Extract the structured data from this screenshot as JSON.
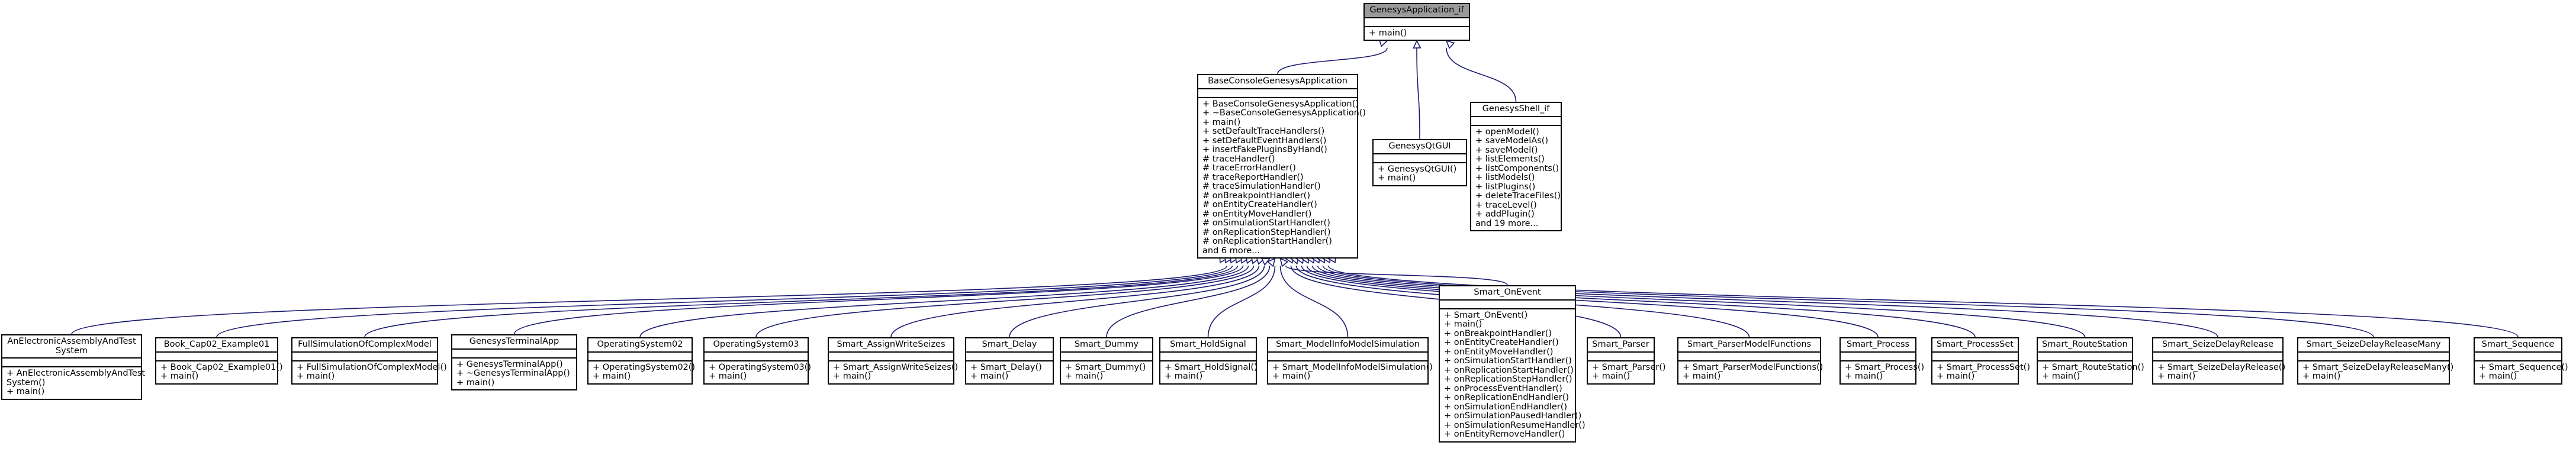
{
  "classes": [
    {
      "id": "genesys-application-if",
      "title": [
        "GenesysApplication_if"
      ],
      "methods": [
        "+ main()"
      ],
      "root": true
    },
    {
      "id": "base-console-genesys-application",
      "title": [
        "BaseConsoleGenesysApplication"
      ],
      "methods": [
        "+ BaseConsoleGenesysApplication()",
        "+ ~BaseConsoleGenesysApplication()",
        "+ main()",
        "+ setDefaultTraceHandlers()",
        "+ setDefaultEventHandlers()",
        "+ insertFakePluginsByHand()",
        "# traceHandler()",
        "# traceErrorHandler()",
        "# traceReportHandler()",
        "# traceSimulationHandler()",
        "# onBreakpointHandler()",
        "# onEntityCreateHandler()",
        "# onEntityMoveHandler()",
        "# onSimulationStartHandler()",
        "# onReplicationStepHandler()",
        "# onReplicationStartHandler()",
        "and 6 more..."
      ]
    },
    {
      "id": "genesys-qt-gui",
      "title": [
        "GenesysQtGUI"
      ],
      "methods": [
        "+ GenesysQtGUI()",
        "+ main()"
      ]
    },
    {
      "id": "genesys-shell-if",
      "title": [
        "GenesysShell_if"
      ],
      "methods": [
        "+ openModel()",
        "+ saveModelAs()",
        "+ saveModel()",
        "+ listElements()",
        "+ listComponents()",
        "+ listModels()",
        "+ listPlugins()",
        "+ deleteTraceFiles()",
        "+ traceLevel()",
        "+ addPlugin()",
        "and 19 more..."
      ]
    },
    {
      "id": "an-electronic-assembly-and-test-system",
      "title": [
        "AnElectronicAssemblyAndTest",
        "System"
      ],
      "methods": [
        "+ AnElectronicAssemblyAndTest",
        "System()",
        "+ main()"
      ]
    },
    {
      "id": "book-cap02-example01",
      "title": [
        "Book_Cap02_Example01"
      ],
      "methods": [
        "+ Book_Cap02_Example01()",
        "+ main()"
      ]
    },
    {
      "id": "full-simulation-of-complex-model",
      "title": [
        "FullSimulationOfComplexModel"
      ],
      "methods": [
        "+ FullSimulationOfComplexModel()",
        "+ main()"
      ]
    },
    {
      "id": "genesys-terminal-app",
      "title": [
        "GenesysTerminalApp"
      ],
      "methods": [
        "+ GenesysTerminalApp()",
        "+ ~GenesysTerminalApp()",
        "+ main()"
      ]
    },
    {
      "id": "operating-system02",
      "title": [
        "OperatingSystem02"
      ],
      "methods": [
        "+ OperatingSystem02()",
        "+ main()"
      ]
    },
    {
      "id": "operating-system03",
      "title": [
        "OperatingSystem03"
      ],
      "methods": [
        "+ OperatingSystem03()",
        "+ main()"
      ]
    },
    {
      "id": "smart-assign-write-seizes",
      "title": [
        "Smart_AssignWriteSeizes"
      ],
      "methods": [
        "+ Smart_AssignWriteSeizes()",
        "+ main()"
      ]
    },
    {
      "id": "smart-delay",
      "title": [
        "Smart_Delay"
      ],
      "methods": [
        "+ Smart_Delay()",
        "+ main()"
      ]
    },
    {
      "id": "smart-dummy",
      "title": [
        "Smart_Dummy"
      ],
      "methods": [
        "+ Smart_Dummy()",
        "+ main()"
      ]
    },
    {
      "id": "smart-hold-signal",
      "title": [
        "Smart_HoldSignal"
      ],
      "methods": [
        "+ Smart_HoldSignal()",
        "+ main()"
      ]
    },
    {
      "id": "smart-model-info-model-simulation",
      "title": [
        "Smart_ModelInfoModelSimulation"
      ],
      "methods": [
        "+ Smart_ModelInfoModelSimulation()",
        "+ main()"
      ]
    },
    {
      "id": "smart-on-event",
      "title": [
        "Smart_OnEvent"
      ],
      "methods": [
        "+ Smart_OnEvent()",
        "+ main()",
        "+ onBreakpointHandler()",
        "+ onEntityCreateHandler()",
        "+ onEntityMoveHandler()",
        "+ onSimulationStartHandler()",
        "+ onReplicationStartHandler()",
        "+ onReplicationStepHandler()",
        "+ onProcessEventHandler()",
        "+ onReplicationEndHandler()",
        "+ onSimulationEndHandler()",
        "+ onSimulationPausedHandler()",
        "+ onSimulationResumeHandler()",
        "+ onEntityRemoveHandler()"
      ]
    },
    {
      "id": "smart-parser",
      "title": [
        "Smart_Parser"
      ],
      "methods": [
        "+ Smart_Parser()",
        "+ main()"
      ]
    },
    {
      "id": "smart-parser-model-functions",
      "title": [
        "Smart_ParserModelFunctions"
      ],
      "methods": [
        "+ Smart_ParserModelFunctions()",
        "+ main()"
      ]
    },
    {
      "id": "smart-process",
      "title": [
        "Smart_Process"
      ],
      "methods": [
        "+ Smart_Process()",
        "+ main()"
      ]
    },
    {
      "id": "smart-process-set",
      "title": [
        "Smart_ProcessSet"
      ],
      "methods": [
        "+ Smart_ProcessSet()",
        "+ main()"
      ]
    },
    {
      "id": "smart-route-station",
      "title": [
        "Smart_RouteStation"
      ],
      "methods": [
        "+ Smart_RouteStation()",
        "+ main()"
      ]
    },
    {
      "id": "smart-seize-delay-release",
      "title": [
        "Smart_SeizeDelayRelease"
      ],
      "methods": [
        "+ Smart_SeizeDelayRelease()",
        "+ main()"
      ]
    },
    {
      "id": "smart-seize-delay-release-many",
      "title": [
        "Smart_SeizeDelayReleaseMany"
      ],
      "methods": [
        "+ Smart_SeizeDelayReleaseMany()",
        "+ main()"
      ]
    },
    {
      "id": "smart-sequence",
      "title": [
        "Smart_Sequence"
      ],
      "methods": [
        "+ Smart_Sequence()",
        "+ main()"
      ]
    }
  ],
  "inheritance": [
    {
      "child": "base-console-genesys-application",
      "parent": "genesys-application-if"
    },
    {
      "child": "genesys-qt-gui",
      "parent": "genesys-application-if"
    },
    {
      "child": "genesys-shell-if",
      "parent": "genesys-application-if"
    },
    {
      "child": "an-electronic-assembly-and-test-system",
      "parent": "base-console-genesys-application"
    },
    {
      "child": "book-cap02-example01",
      "parent": "base-console-genesys-application"
    },
    {
      "child": "full-simulation-of-complex-model",
      "parent": "base-console-genesys-application"
    },
    {
      "child": "genesys-terminal-app",
      "parent": "base-console-genesys-application"
    },
    {
      "child": "operating-system02",
      "parent": "base-console-genesys-application"
    },
    {
      "child": "operating-system03",
      "parent": "base-console-genesys-application"
    },
    {
      "child": "smart-assign-write-seizes",
      "parent": "base-console-genesys-application"
    },
    {
      "child": "smart-delay",
      "parent": "base-console-genesys-application"
    },
    {
      "child": "smart-dummy",
      "parent": "base-console-genesys-application"
    },
    {
      "child": "smart-hold-signal",
      "parent": "base-console-genesys-application"
    },
    {
      "child": "smart-model-info-model-simulation",
      "parent": "base-console-genesys-application"
    },
    {
      "child": "smart-on-event",
      "parent": "base-console-genesys-application"
    },
    {
      "child": "smart-parser",
      "parent": "base-console-genesys-application"
    },
    {
      "child": "smart-parser-model-functions",
      "parent": "base-console-genesys-application"
    },
    {
      "child": "smart-process",
      "parent": "base-console-genesys-application"
    },
    {
      "child": "smart-process-set",
      "parent": "base-console-genesys-application"
    },
    {
      "child": "smart-route-station",
      "parent": "base-console-genesys-application"
    },
    {
      "child": "smart-seize-delay-release",
      "parent": "base-console-genesys-application"
    },
    {
      "child": "smart-seize-delay-release-many",
      "parent": "base-console-genesys-application"
    },
    {
      "child": "smart-sequence",
      "parent": "base-console-genesys-application"
    }
  ],
  "colors": {
    "edge": "#191970",
    "box_border": "#000000",
    "root_title_fill": "#9a9a9a",
    "box_fill": "#ffffff"
  }
}
